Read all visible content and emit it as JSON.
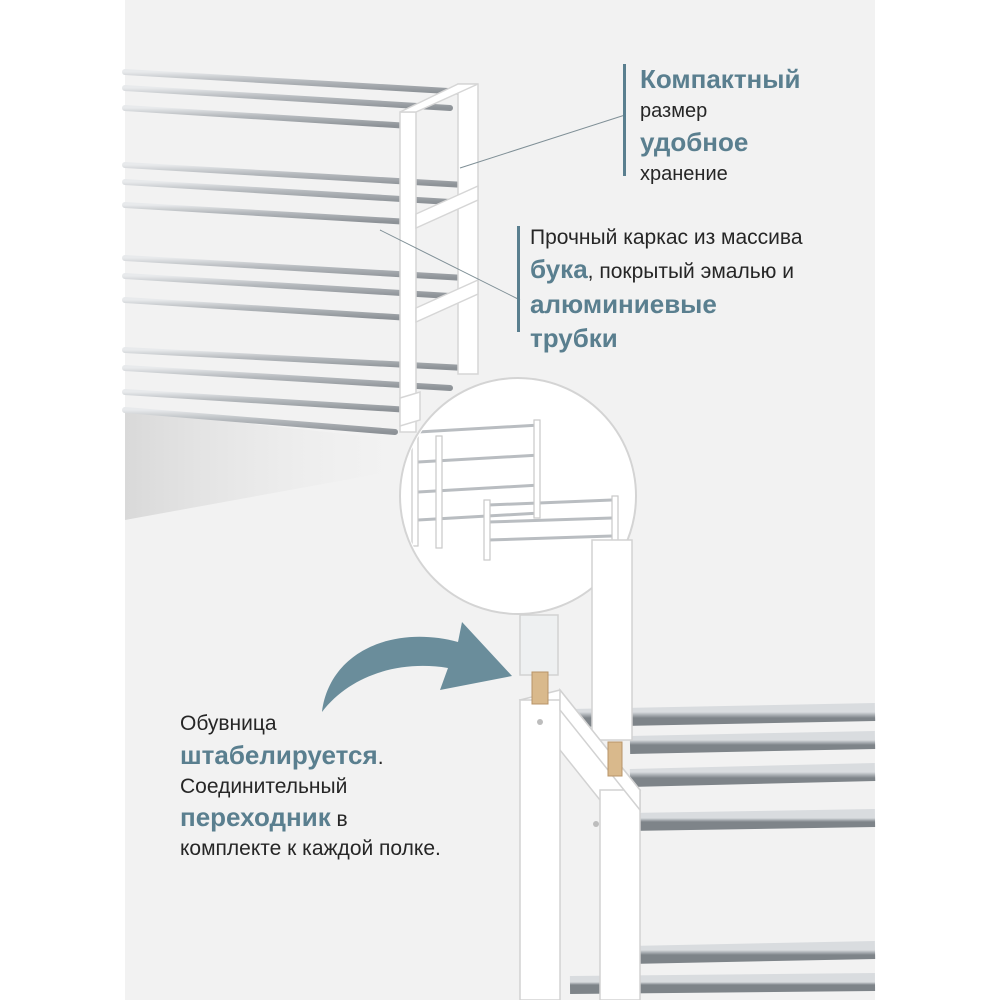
{
  "block1": {
    "line1": "Компактный",
    "line2": "размер",
    "line3": "удобное",
    "line4": "хранение"
  },
  "block2": {
    "line1": "Прочный каркас из массива",
    "line2_accent": "бука",
    "line2_rest": ", покрытый эмалью и",
    "line3": "алюминиевые",
    "line4": "трубки"
  },
  "block3": {
    "line1": "Обувница",
    "line2_accent": "штабелируется",
    "line2_rest": ".",
    "line3": "Соединительный",
    "line4_accent": "переходник",
    "line4_rest": " в",
    "line5": "комплекте к каждой полке."
  },
  "colors": {
    "accent": "#5a7f8f",
    "text": "#262626",
    "panel": "#f2f2f2",
    "tube": "#b8bcc0",
    "frame": "#ffffff"
  },
  "icons": [
    "shoe-rack-photo",
    "stacked-racks-inset",
    "curved-arrow-icon",
    "connector-photo"
  ]
}
